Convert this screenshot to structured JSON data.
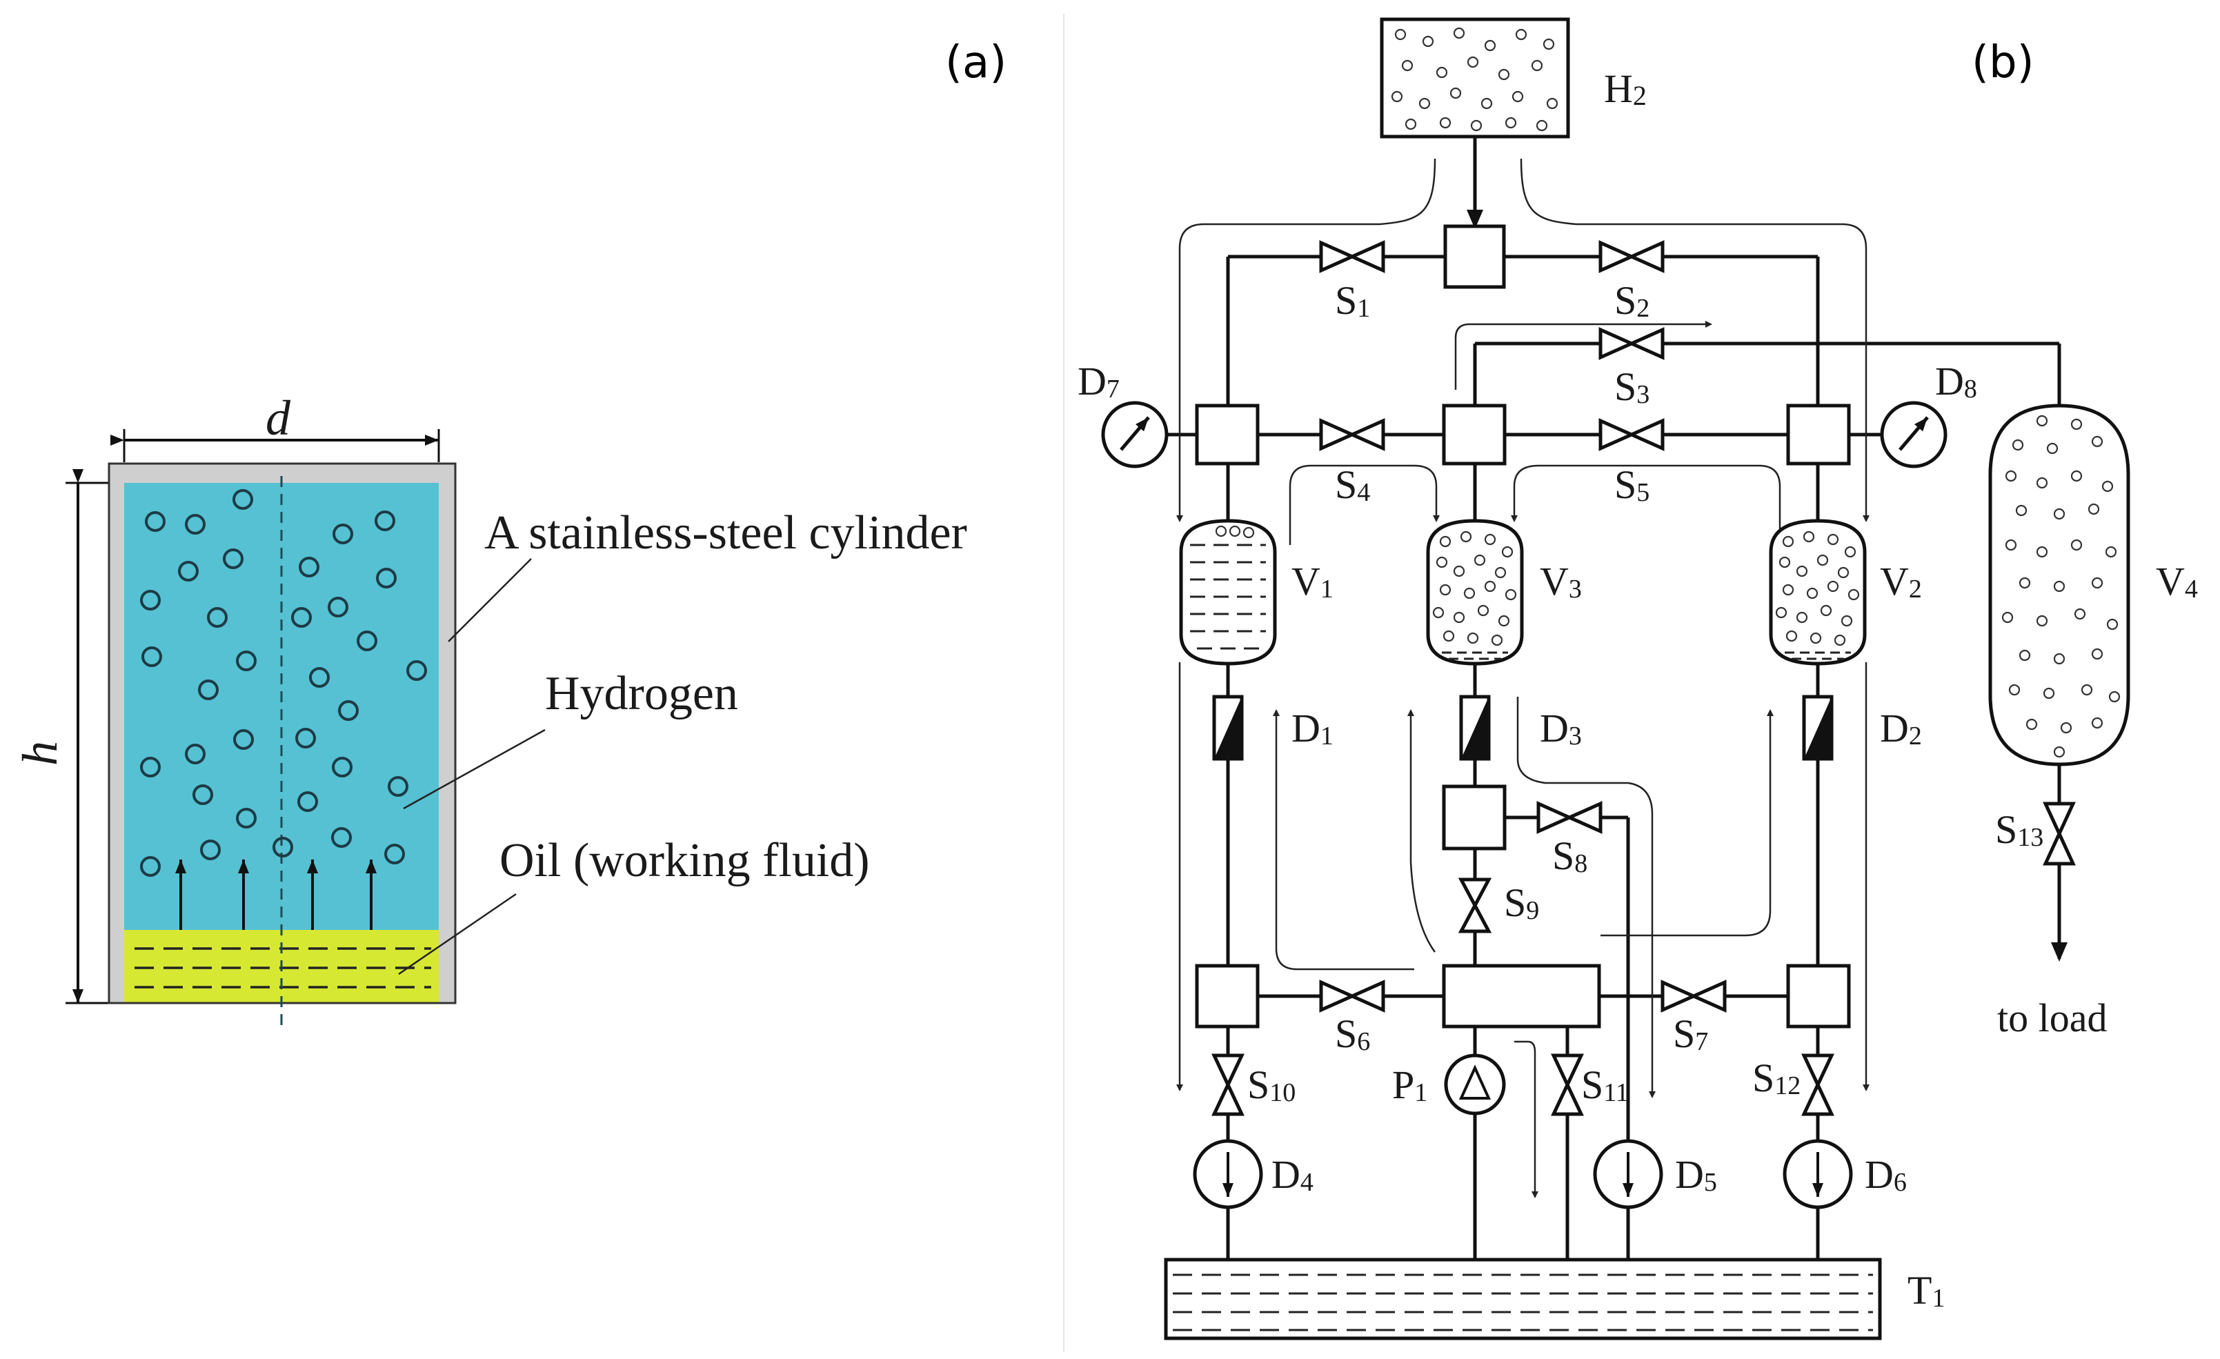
{
  "panel_a": {
    "tag": "(a)",
    "dim_d": "d",
    "dim_h": "h",
    "label_cylinder": "A stainless-steel cylinder",
    "label_hydrogen": "Hydrogen",
    "label_oil": "Oil (working fluid)",
    "colors": {
      "gas": "#55c1d3",
      "oil": "#d6e832",
      "wall": "#cfcfcf"
    }
  },
  "panel_b": {
    "tag": "(b)",
    "h2": {
      "main": "H",
      "sub": "2"
    },
    "s1": {
      "main": "S",
      "sub": "1"
    },
    "s2": {
      "main": "S",
      "sub": "2"
    },
    "s3": {
      "main": "S",
      "sub": "3"
    },
    "s4": {
      "main": "S",
      "sub": "4"
    },
    "s5": {
      "main": "S",
      "sub": "5"
    },
    "s6": {
      "main": "S",
      "sub": "6"
    },
    "s7": {
      "main": "S",
      "sub": "7"
    },
    "s8": {
      "main": "S",
      "sub": "8"
    },
    "s9": {
      "main": "S",
      "sub": "9"
    },
    "s10": {
      "main": "S",
      "sub": "10"
    },
    "s11": {
      "main": "S",
      "sub": "11"
    },
    "s12": {
      "main": "S",
      "sub": "12"
    },
    "s13": {
      "main": "S",
      "sub": "13"
    },
    "d1": {
      "main": "D",
      "sub": "1"
    },
    "d2": {
      "main": "D",
      "sub": "2"
    },
    "d3": {
      "main": "D",
      "sub": "3"
    },
    "d4": {
      "main": "D",
      "sub": "4"
    },
    "d5": {
      "main": "D",
      "sub": "5"
    },
    "d6": {
      "main": "D",
      "sub": "6"
    },
    "d7": {
      "main": "D",
      "sub": "7"
    },
    "d8": {
      "main": "D",
      "sub": "8"
    },
    "v1": {
      "main": "V",
      "sub": "1"
    },
    "v2": {
      "main": "V",
      "sub": "2"
    },
    "v3": {
      "main": "V",
      "sub": "3"
    },
    "v4": {
      "main": "V",
      "sub": "4"
    },
    "p1": {
      "main": "P",
      "sub": "1"
    },
    "t1": {
      "main": "T",
      "sub": "1"
    },
    "to_load": "to load"
  }
}
